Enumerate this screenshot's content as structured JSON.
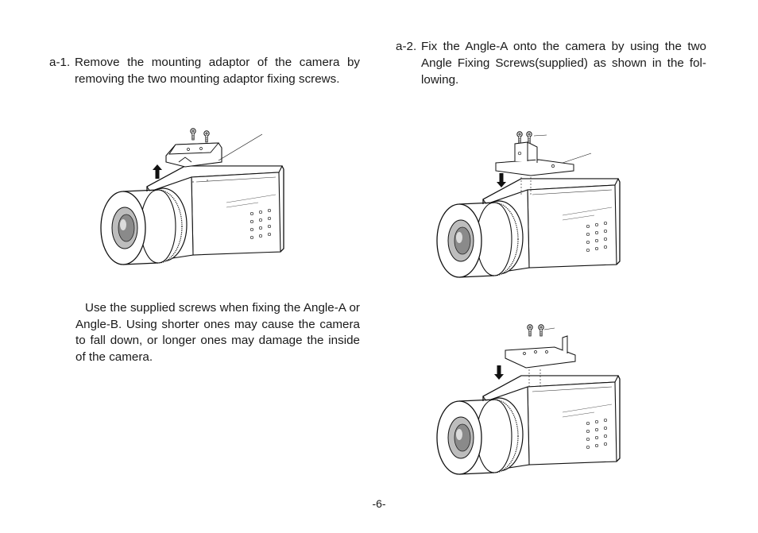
{
  "steps": [
    {
      "number": "a-1.",
      "text": "Remove the mounting adaptor of the camera by removing the two mounting adaptor fixing screws."
    },
    {
      "number": "a-2.",
      "text": "Fix the Angle-A onto the camera by using the two Angle Fixing Screws(supplied) as shown in the fol-lowing."
    }
  ],
  "note": "Use the supplied screws when fixing the Angle-A or Angle-B. Using shorter ones may cause the camera to fall down, or longer ones may damage the inside of the camera.",
  "page_number": "-6-"
}
